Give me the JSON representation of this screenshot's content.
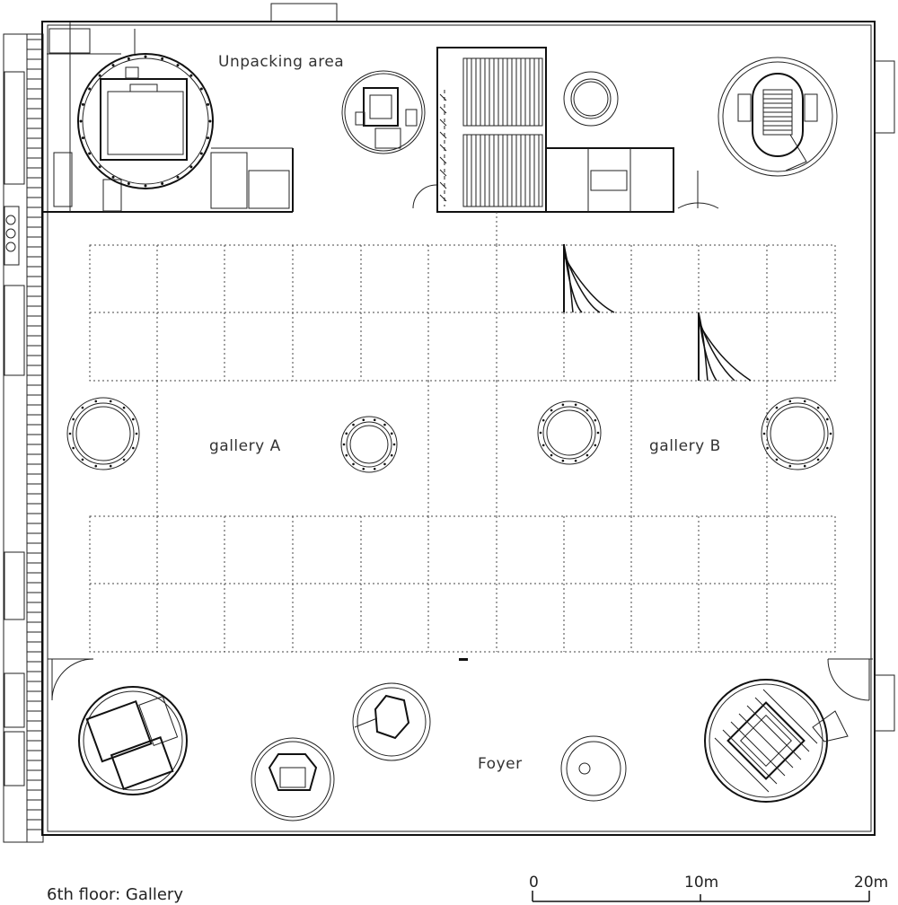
{
  "rooms": {
    "unpacking_area": "Unpacking area",
    "gallery_a": "gallery A",
    "gallery_b": "gallery B",
    "foyer": "Foyer"
  },
  "caption": "6th floor: Gallery",
  "scale_bar": {
    "ticks": [
      "0",
      "10m",
      "20m"
    ]
  },
  "colors": {
    "line": "#111111",
    "background": "#ffffff"
  }
}
